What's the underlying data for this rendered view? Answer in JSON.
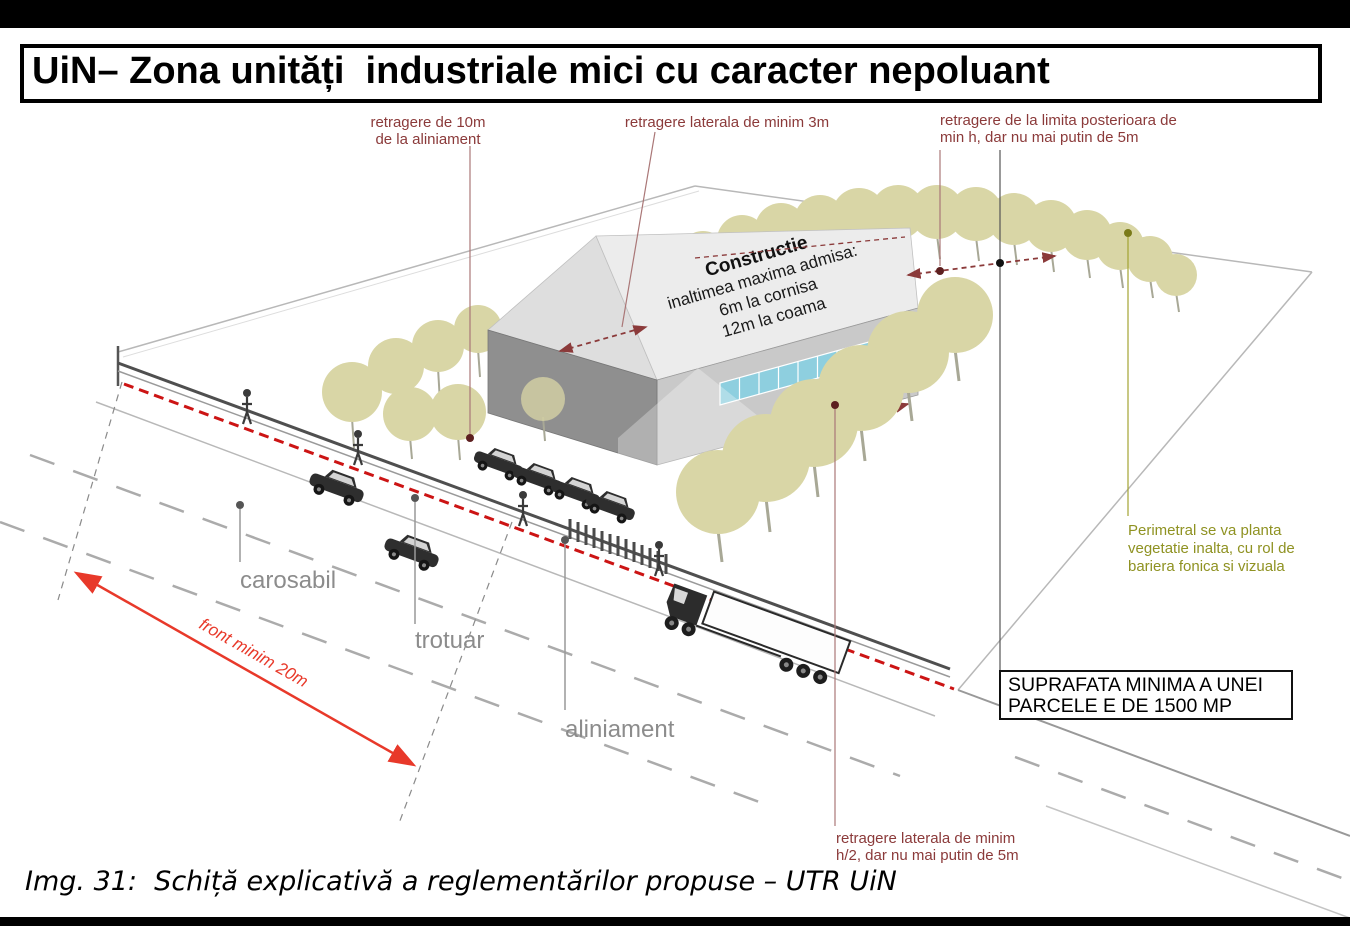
{
  "header": {
    "title": "UiN– Zona unități  industriale mici cu caracter nepoluant"
  },
  "caption": "Img. 31:  Schiță explicativă a reglementărilor propuse – UTR UiN",
  "diagram": {
    "building": {
      "title": "Constructie",
      "line1": "inaltimea maxima admisa:",
      "line2": "6m la cornisa",
      "line3": "12m la coama"
    },
    "annotations": {
      "front_setback": {
        "line1": "retragere de 10m",
        "line2": "de la aliniament"
      },
      "side_setback_3m": "retragere laterala de minim 3m",
      "rear_setback": {
        "line1": "retragere de la limita posterioara de",
        "line2": "min h, dar nu mai putin de 5m"
      },
      "side_setback_h2": {
        "line1": "retragere laterala de minim",
        "line2": "h/2, dar nu mai putin de 5m"
      },
      "vegetation": {
        "line1": "Perimetral se va planta",
        "line2": "vegetatie inalta, cu rol de",
        "line3": "bariera fonica si vizuala"
      },
      "front_min_width": "front minim 20m"
    },
    "labels": {
      "carosabil": "carosabil",
      "trotuar": "trotuar",
      "aliniament": "aliniament"
    },
    "min_parcel_box": {
      "line1": "SUPRAFATA MINIMA A UNEI",
      "line2": "PARCELE E DE 1500 MP"
    },
    "colors": {
      "annotation_red": "#8b3a3a",
      "aliniament_red": "#cc1414",
      "dimension_red": "#e8392a",
      "vegetation_text": "#8f9222",
      "tree_fill": "#d9d6a6",
      "label_gray": "#8c8c8c"
    }
  }
}
